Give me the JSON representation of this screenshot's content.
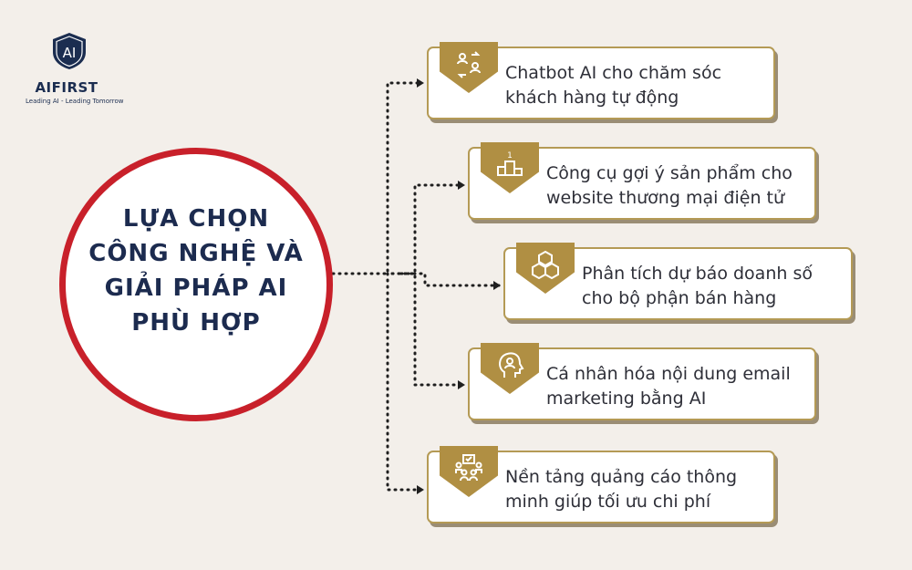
{
  "logo": {
    "mark": "AI",
    "name": "AIFIRST",
    "tagline": "Leading AI - Leading Tomorrow"
  },
  "hub": {
    "lines": [
      "LỰA CHỌN",
      "CÔNG NGHỆ VÀ",
      "GIẢI PHÁP AI",
      "PHÙ HỢP"
    ]
  },
  "items": [
    {
      "icon": "people-exchange-icon",
      "text": "Chatbot AI cho chăm sóc\nkhách hàng tự động"
    },
    {
      "icon": "podium-icon",
      "text": "Công cụ gợi ý sản phẩm cho\nwebsite thương mại điện tử"
    },
    {
      "icon": "boxes-icon",
      "text": "Phân tích dự báo doanh số\ncho bộ phận bán hàng"
    },
    {
      "icon": "head-profile-icon",
      "text": "Cá nhân hóa nội dung email\nmarketing bằng AI"
    },
    {
      "icon": "team-meeting-icon",
      "text": "Nền tảng quảng cáo thông\nminh giúp tối ưu chi phí"
    }
  ],
  "colors": {
    "background": "#f3efea",
    "accent_gold": "#b08f43",
    "hub_ring": "#c8202a",
    "title_navy": "#1c2b4f"
  }
}
